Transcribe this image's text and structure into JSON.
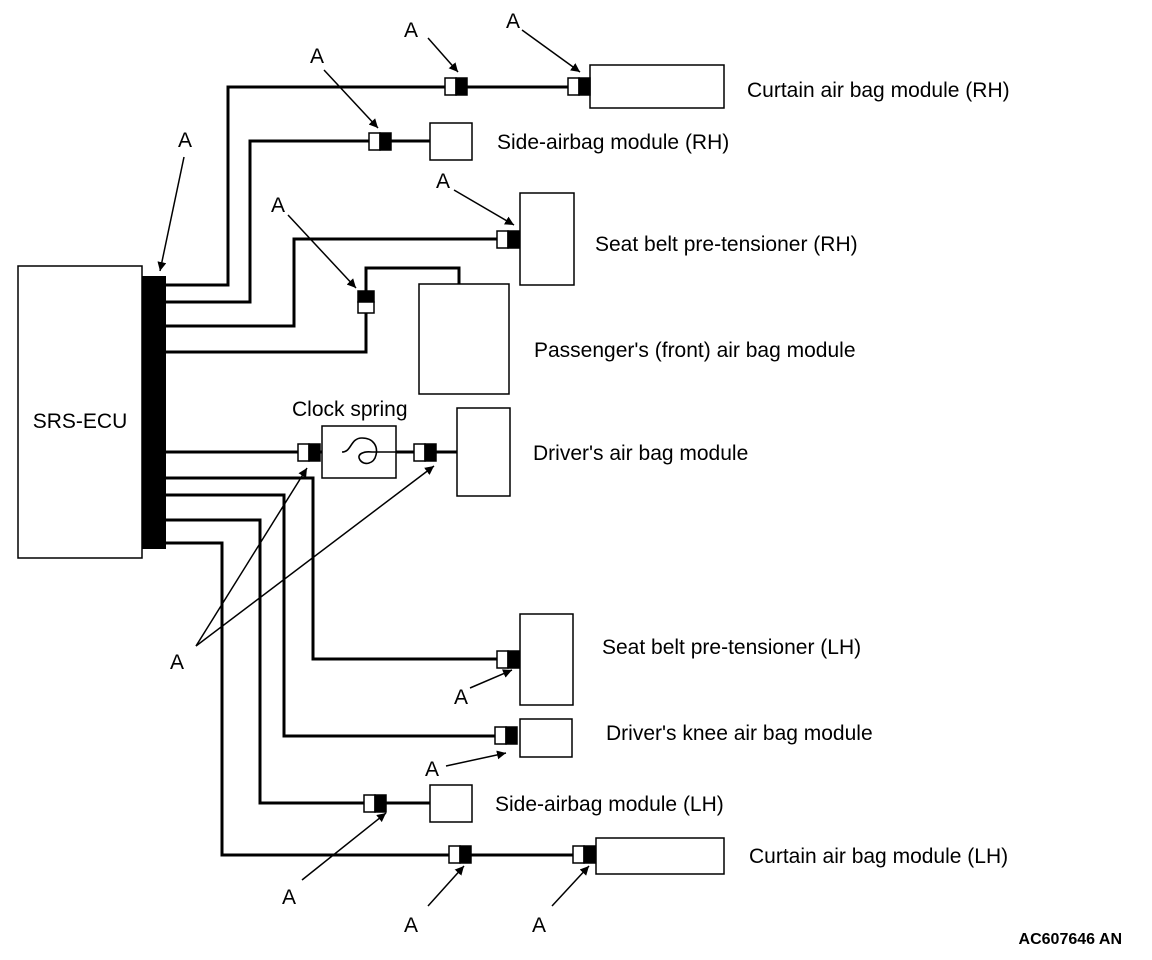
{
  "diagram": {
    "ecu_label": "SRS-ECU",
    "clock_spring_label": "Clock spring",
    "connector_label": "A",
    "reference_code": "AC607646 AN",
    "modules": {
      "curtain_rh": "Curtain air bag module (RH)",
      "side_rh": "Side-airbag module (RH)",
      "seatbelt_rh": "Seat belt pre-tensioner (RH)",
      "passenger_front": "Passenger's (front) air bag module",
      "driver": "Driver's air bag module",
      "seatbelt_lh": "Seat belt pre-tensioner (LH)",
      "driver_knee": "Driver's knee air bag module",
      "side_lh": "Side-airbag module (LH)",
      "curtain_lh": "Curtain air bag module (LH)"
    }
  }
}
